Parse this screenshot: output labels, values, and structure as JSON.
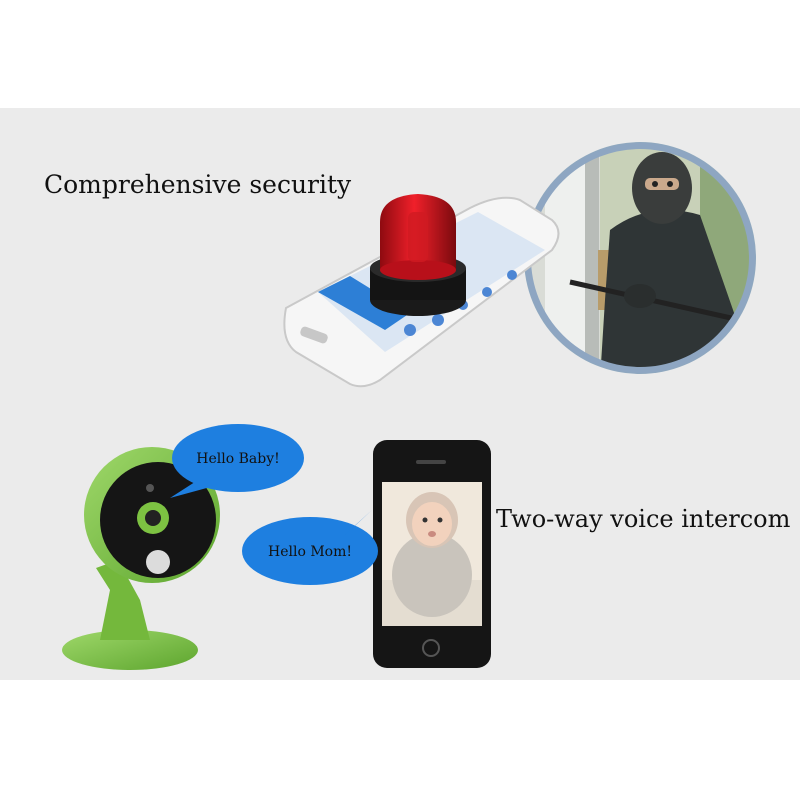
{
  "scene": {
    "headline_security": "Comprehensive security",
    "headline_intercom": "Two-way voice intercom",
    "bubble_camera": "Hello Baby!",
    "bubble_phone": "Hello Mom!"
  },
  "colors": {
    "background_panel": "#ebebeb",
    "bubble_blue": "#1e7fe0",
    "camera_green": "#7dc242",
    "alarm_red": "#e0141e",
    "phone_black": "#151515"
  },
  "icons": [
    "alarm-siren-icon",
    "smartphone-icon",
    "security-camera-icon",
    "intruder-photo-icon",
    "baby-photo-icon"
  ]
}
